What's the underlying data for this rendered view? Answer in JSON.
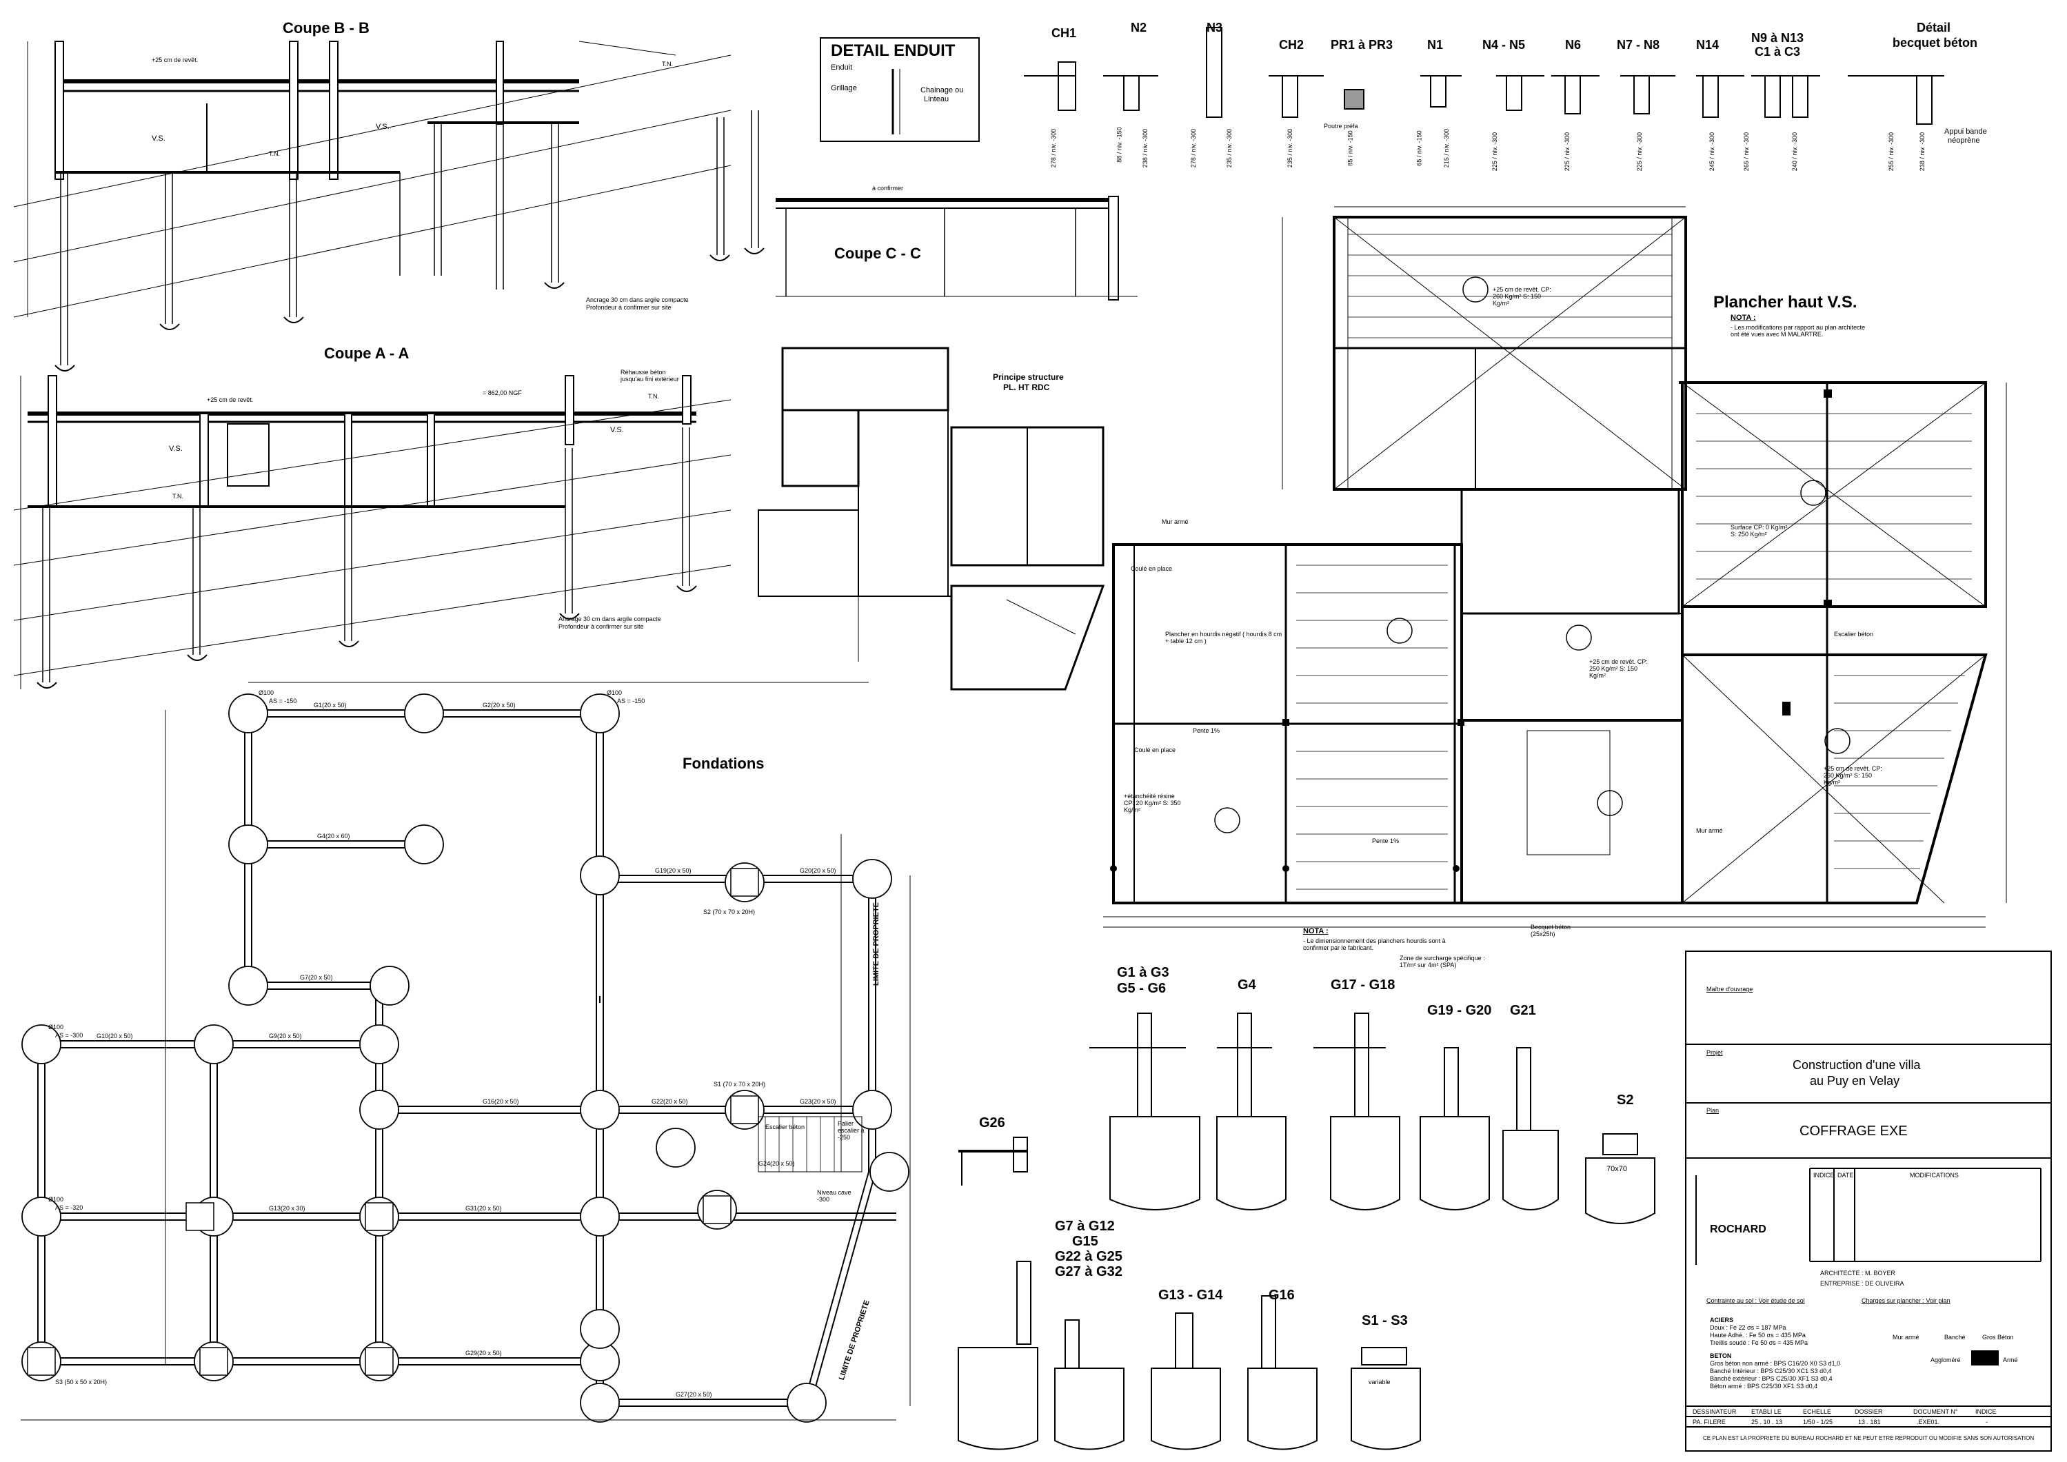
{
  "titles": {
    "coupe_bb": "Coupe B - B",
    "coupe_aa": "Coupe A - A",
    "coupe_cc": "Coupe C - C",
    "detail_enduit": "DETAIL ENDUIT",
    "principe": "Principe structure",
    "principe_sub": "PL. HT RDC",
    "fondations": "Fondations",
    "plancher": "Plancher haut V.S.",
    "detail_becquet": "Détail",
    "detail_becquet2": "becquet béton"
  },
  "enduit_labels": [
    "Enduit",
    "Grillage",
    "Chainage ou",
    "Linteau"
  ],
  "coupe_notes": {
    "ancrage_bb": "Ancrage 30 cm dans argile compacte",
    "prof_bb": "Profondeur à confirmer sur site",
    "ancrage_aa": "Ancrage 30 cm dans argile compacte",
    "prof_aa": "Profondeur à confirmer sur site",
    "vs": "V.S.",
    "tn": "T.N.",
    "rehausse": "Réhausse béton",
    "rehausse2": "jusqu'au fini extérieur",
    "ngf": "= 862,00 NGF",
    "revet": "+25 cm de revêt.",
    "confirm": "à confirmer"
  },
  "section_headers": [
    "CH1",
    "N2",
    "N3",
    "CH2",
    "PR1 à PR3",
    "N1",
    "N4 - N5",
    "N6",
    "N7 - N8",
    "N14",
    "N9 à N13",
    "C1 à C3"
  ],
  "section_levels": [
    "278 / niv. -300",
    "88 / niv. -150",
    "238 / niv. -300",
    "278 / niv. -300",
    "235 / niv. -300",
    "235 / niv. -300",
    "85 / niv. -150",
    "65 / niv. -150",
    "215 / niv. -300",
    "225 / niv. -300",
    "225 / niv. -300",
    "225 / niv. -300",
    "245 / niv. -300",
    "265 / niv. -300",
    "240 / niv. -300",
    "255 / niv. -300",
    "238 / niv. -300"
  ],
  "becquet_notes": [
    "Appui bande",
    "néoprène"
  ],
  "poutre": "Poutre préfa",
  "plancher_notes": {
    "nota_title": "NOTA :",
    "nota_text": "- Les modifications par rapport au plan architecte ont été vues avec M MALARTRE.",
    "nota2_title": "NOTA :",
    "nota2_text": "- Le dimensionnement des planchers hourdis sont à confirmer par le fabricant.",
    "zone": "Zone de surcharge spécifique : 1T/m² sur 4m² (SPA)",
    "becquet": "Becquet béton (25x25h)",
    "mur_arme": "Mur armé",
    "coule": "Coulé en place",
    "hourdis": "Plancher en hourdis négatif ( hourdis 8 cm + table 12 cm )",
    "escalier": "Escalier béton",
    "pente": "Pente 1%",
    "etancheite": "+étanchéité résine",
    "load1": "+25 cm de revêt. CP: 260 Kg/m² S: 150 Kg/m²",
    "load2": "Surface CP: 0 Kg/m² S: 250 Kg/m²",
    "load3": "+25 cm de revêt. CP: 250 Kg/m² S: 150 Kg/m²",
    "load4": "+25 cm de revêt. CP: 260 Kg/m² S: 150 Kg/m²",
    "load5": "+étanchéité résine CP: 20 Kg/m² S: 350 Kg/m²"
  },
  "fond_notes": {
    "limite1": "LIMITE DE PROPRIETE",
    "limite2": "LIMITE DE PROPRIETE",
    "palier": "Palier escalier à -250",
    "niveau_cave": "Niveau cave -300",
    "escalier": "Escalier béton"
  },
  "pieux": [
    {
      "label": "Ø100",
      "as": "AS = -150"
    },
    {
      "label": "Ø100",
      "as": "AS = -150"
    },
    {
      "label": "Ø100",
      "as": "AS = -300"
    },
    {
      "label": "Ø100",
      "as": "AS = -320"
    }
  ],
  "poutres_fond": [
    "G1(20 x 50)",
    "G2(20 x 50)",
    "G4(20 x 60)",
    "G7(20 x 50)",
    "G9(20 x 50)",
    "G10(20 x 50)",
    "G13(20 x 30)",
    "G16(20 x 50)",
    "G19(20 x 50)",
    "G20(20 x 50)",
    "G22(20 x 50)",
    "G23(20 x 50)",
    "G24(20 x 50)",
    "G27(20 x 50)",
    "G29(20 x 50)",
    "G31(20 x 50)"
  ],
  "semelles": [
    "S1 (70 x 70 x 20H)",
    "S2 (70 x 70 x 20H)",
    "S3 (50 x 50 x 20H)"
  ],
  "beam_details": {
    "g1": "G1 à G3",
    "g1b": "G5 - G6",
    "g4": "G4",
    "g17": "G17 - G18",
    "g19": "G19 - G20",
    "g21": "G21",
    "s2": "S2",
    "s2dim": "70x70",
    "g26": "G26",
    "g7": "G7 à G12",
    "g7b": "G15",
    "g7c": "G22 à G25",
    "g7d": "G27 à G32",
    "g13": "G13 - G14",
    "g16": "G16",
    "s1": "S1 - S3",
    "variable": "variable"
  },
  "title_block": {
    "maitre": "Maître d'ouvrage",
    "projet_label": "Projet",
    "projet": "Construction d'une villa",
    "projet2": "au Puy en Velay",
    "plan_label": "Plan",
    "plan": "COFFRAGE EXE",
    "company": "ROCHARD",
    "indice": "INDICE",
    "date": "DATE",
    "modifs": "MODIFICATIONS",
    "architecte": "ARCHITECTE : M. BOYER",
    "entreprise": "ENTREPRISE : DE OLIVEIRA",
    "contrainte": "Contrainte au sol : Voir étude de sol",
    "charges": "Charges sur plancher : Voir plan",
    "aciers": "ACIERS",
    "aciers_lines": [
      "Doux : Fe 22 σs = 187 MPa",
      "Haute Adhé. : Fe 50 σs = 435 MPa",
      "Treillis soudé : Fe 50 σs = 435 MPa"
    ],
    "beton": "BETON",
    "beton_lines": [
      "Gros béton non armé : BPS C16/20 X0 S3 d1,0",
      "Banché Intérieur : BPS C25/30 XC1 S3 d0,4",
      "Banché extérieur : BPS C25/30 XF1 S3 d0,4",
      "Béton armé : BPS C25/30 XF1 S3 d0,4"
    ],
    "legend": [
      "Mur armé",
      "Banché",
      "Gros Béton",
      "Aggloméré",
      "Armé"
    ],
    "footer_headers": [
      "DESSINATEUR",
      "ETABLI LE",
      "ECHELLE",
      "DOSSIER",
      "DOCUMENT N°",
      "INDICE"
    ],
    "footer_values": [
      "PA. FILERE",
      "25 . 10 . 13",
      "1/50 - 1/25",
      "13 . 181",
      ".EXE01.",
      "-"
    ],
    "copyright": "CE PLAN EST LA PROPRIETE DU BUREAU ROCHARD ET NE PEUT ETRE REPRODUIT OU MODIFIE SANS SON AUTORISATION"
  }
}
